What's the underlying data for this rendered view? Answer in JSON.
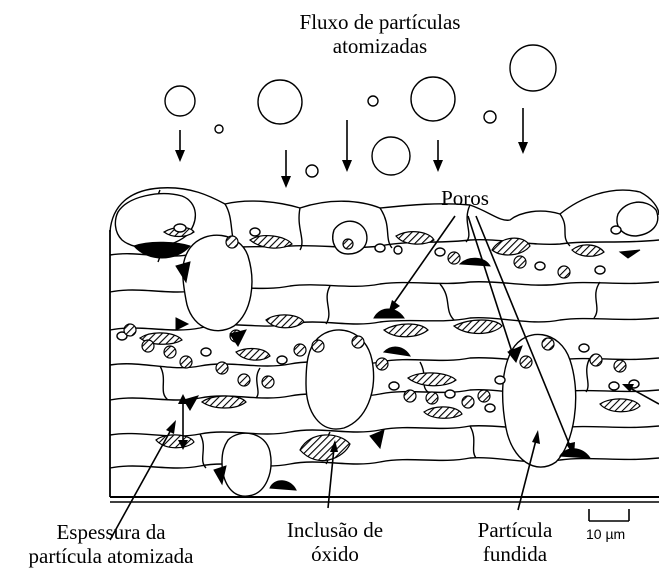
{
  "labels": {
    "flux_line1": "Fluxo de partículas",
    "flux_line2": "atomizadas",
    "pores": "Poros",
    "thickness_line1": "Espessura da",
    "thickness_line2": "partícula atomizada",
    "oxide_line1": "Inclusão de",
    "oxide_line2": "óxido",
    "fused_line1": "Partícula",
    "fused_line2": "fundida",
    "scale": "10 µm"
  },
  "colors": {
    "ink": "#000000",
    "background": "#ffffff",
    "hatch": "#000000"
  }
}
